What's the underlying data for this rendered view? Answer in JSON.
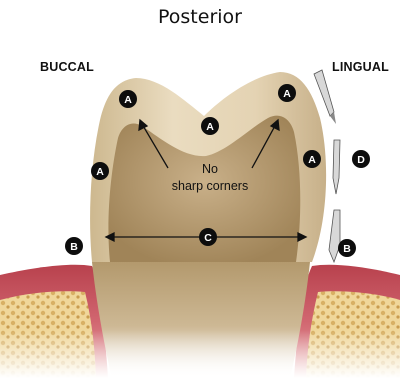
{
  "title": "Posterior",
  "labels": {
    "buccal": "BUCCAL",
    "lingual": "LINGUAL",
    "callout_line1": "No",
    "callout_line2": "sharp corners"
  },
  "badges": {
    "a": "A",
    "b": "B",
    "c": "C",
    "d": "D"
  },
  "colors": {
    "enamel": "#d9c6a3",
    "prep_core": "#b89e72",
    "gingiva": "#c8505a",
    "bone": "#e8c98a",
    "badge": "#0d0d0d"
  }
}
